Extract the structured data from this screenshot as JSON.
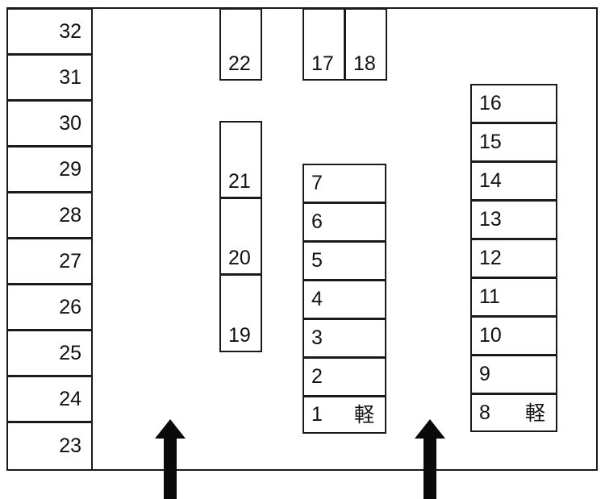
{
  "diagram": {
    "title": "parking-lot-layout",
    "kei_mark": "軽",
    "line_color": "#1a1a1a",
    "background_color": "#ffffff"
  },
  "left_column": {
    "name": "west-row",
    "stalls": [
      {
        "number": "32"
      },
      {
        "number": "31"
      },
      {
        "number": "30"
      },
      {
        "number": "29"
      },
      {
        "number": "28"
      },
      {
        "number": "27"
      },
      {
        "number": "26"
      },
      {
        "number": "25"
      },
      {
        "number": "24"
      },
      {
        "number": "23"
      }
    ]
  },
  "top_block": {
    "name": "north-row",
    "stalls": [
      {
        "number": "22"
      },
      {
        "number": "17"
      },
      {
        "number": "18"
      }
    ]
  },
  "inner_left_column": {
    "name": "center-west-row",
    "stalls": [
      {
        "number": "21"
      },
      {
        "number": "20"
      },
      {
        "number": "19"
      }
    ]
  },
  "center_column": {
    "name": "center-row",
    "stalls": [
      {
        "number": "7",
        "kei": ""
      },
      {
        "number": "6",
        "kei": ""
      },
      {
        "number": "5",
        "kei": ""
      },
      {
        "number": "4",
        "kei": ""
      },
      {
        "number": "3",
        "kei": ""
      },
      {
        "number": "2",
        "kei": ""
      },
      {
        "number": "1",
        "kei": "軽"
      }
    ]
  },
  "right_column": {
    "name": "east-row",
    "stalls": [
      {
        "number": "16",
        "kei": ""
      },
      {
        "number": "15",
        "kei": ""
      },
      {
        "number": "14",
        "kei": ""
      },
      {
        "number": "13",
        "kei": ""
      },
      {
        "number": "12",
        "kei": ""
      },
      {
        "number": "11",
        "kei": ""
      },
      {
        "number": "10",
        "kei": ""
      },
      {
        "number": "9",
        "kei": ""
      },
      {
        "number": "8",
        "kei": "軽"
      }
    ]
  },
  "arrows": [
    {
      "name": "entrance-arrow-left",
      "direction": "up"
    },
    {
      "name": "entrance-arrow-right",
      "direction": "up"
    }
  ]
}
